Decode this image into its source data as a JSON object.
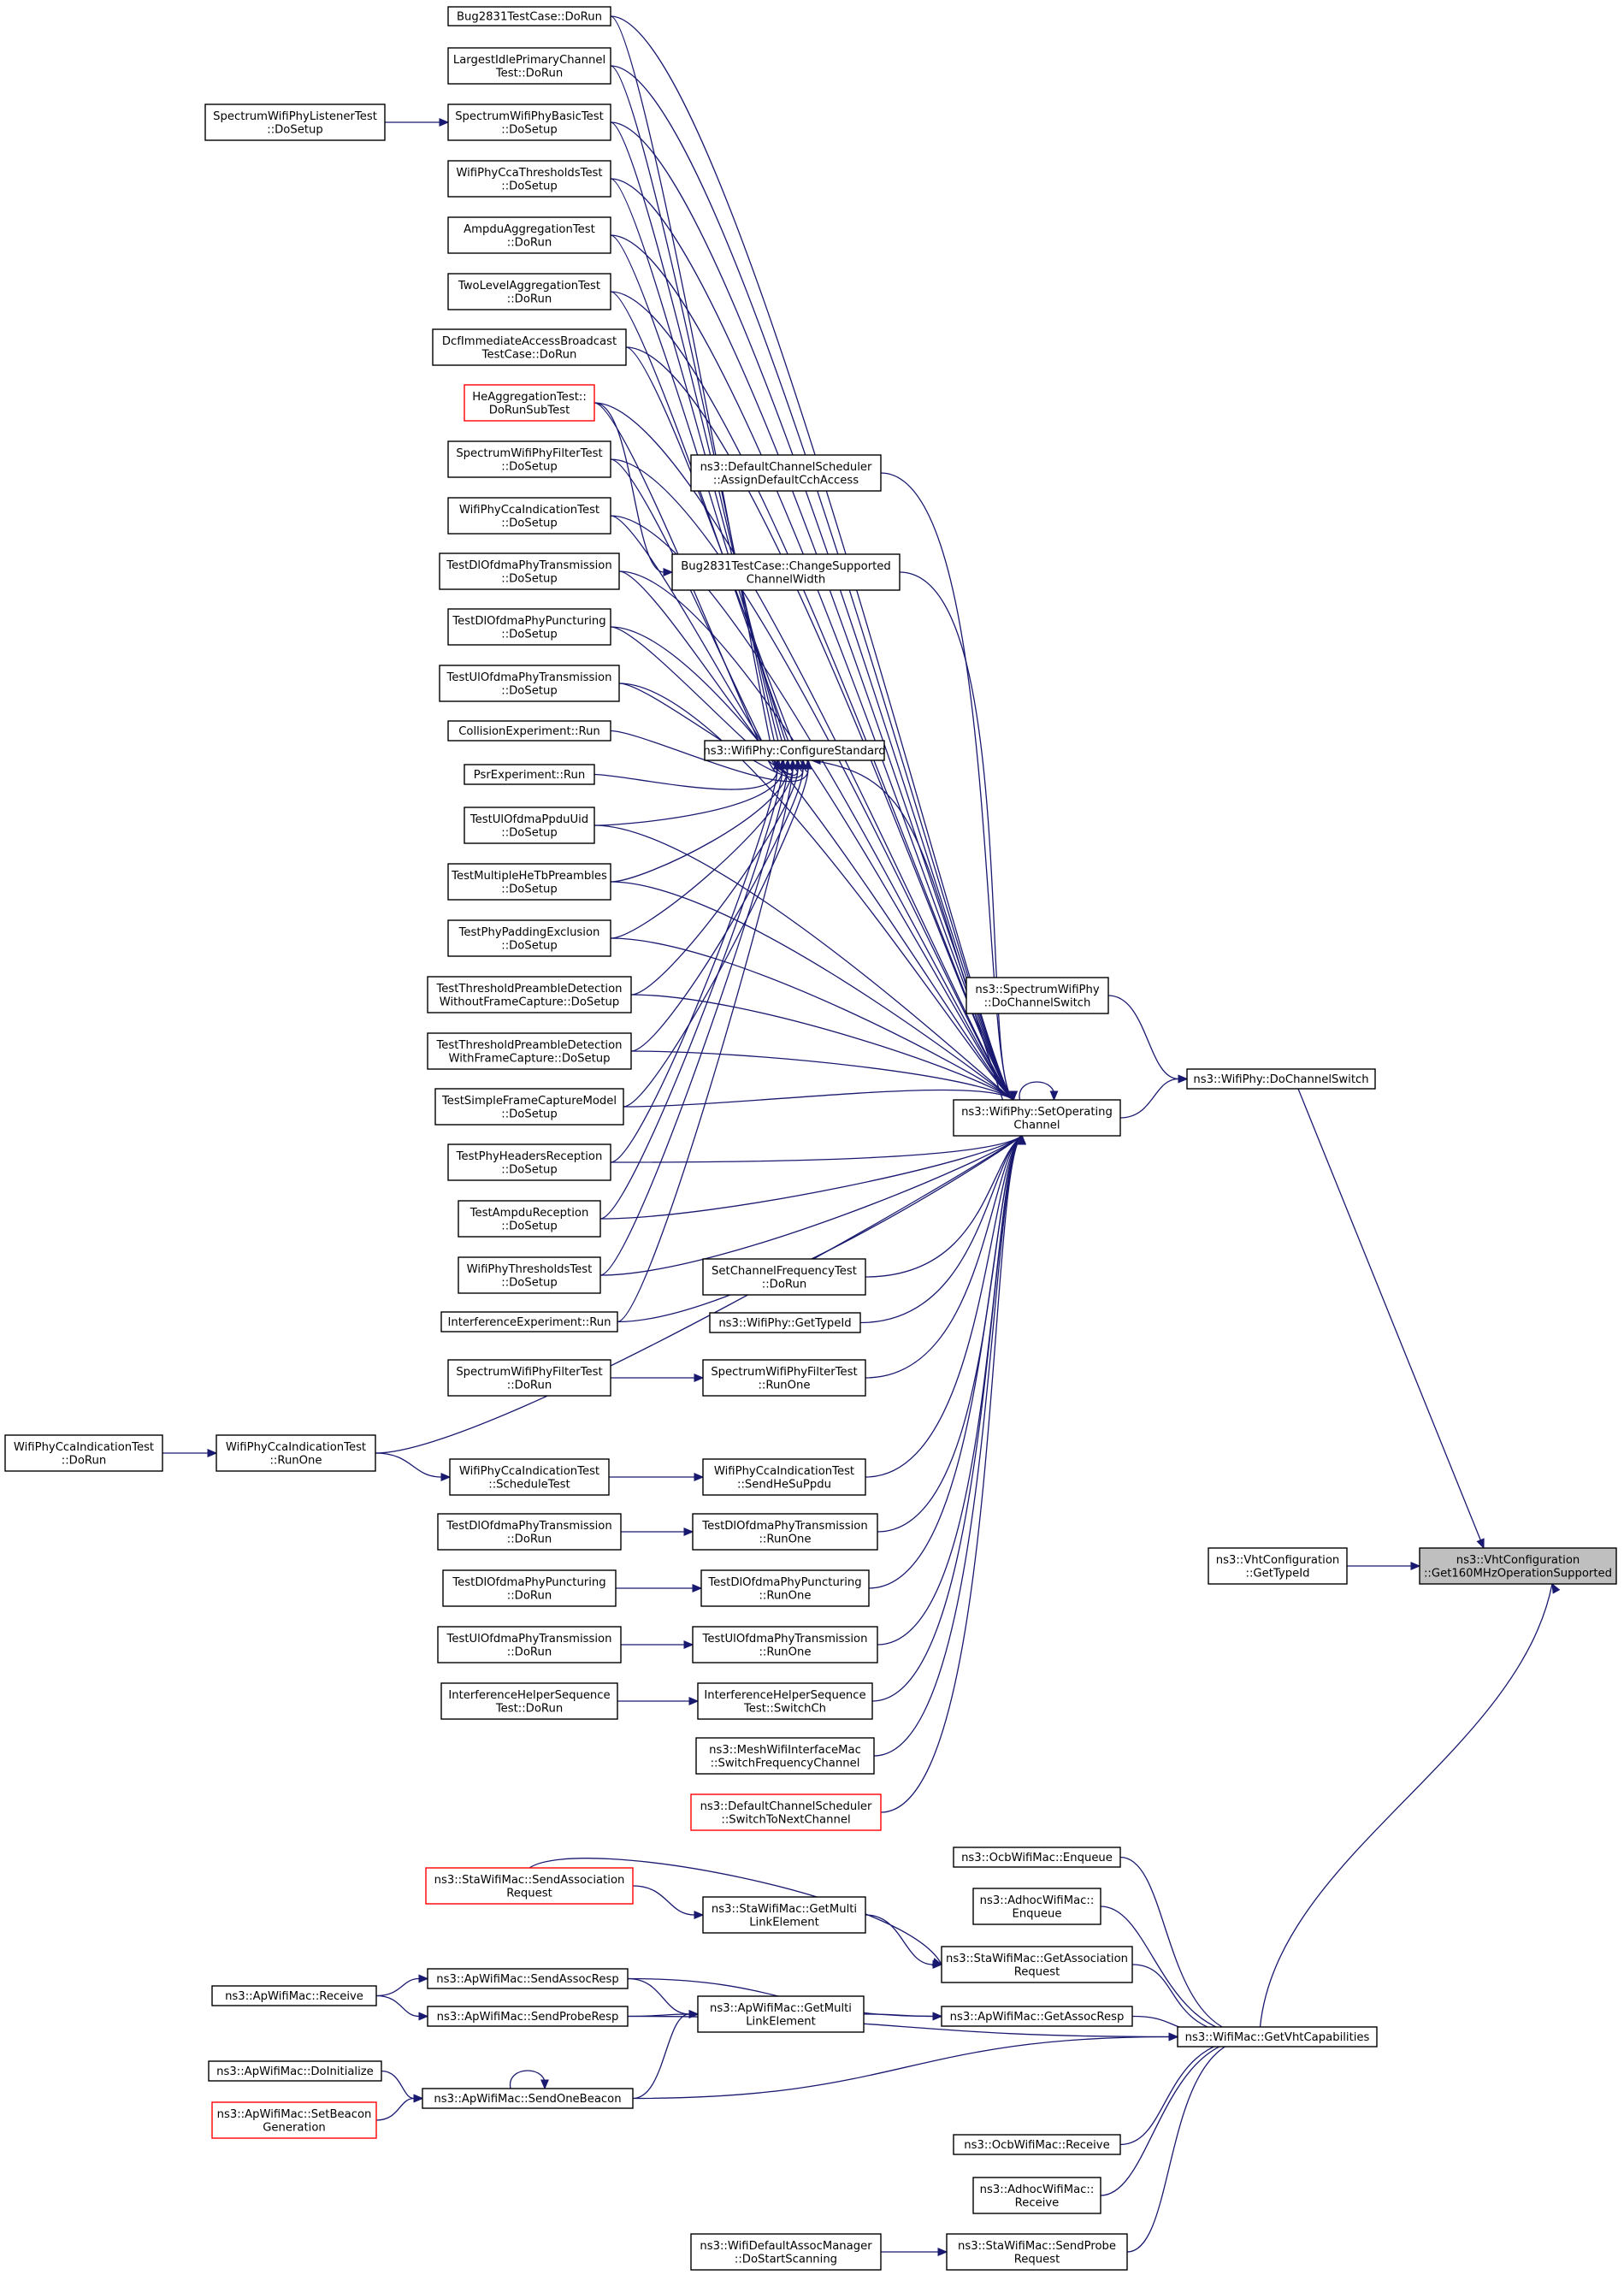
{
  "colors": {
    "edge": "#191970",
    "node_border": "#000000",
    "node_border_truncated": "#ff0000",
    "target_fill": "#bfbfbf",
    "background": "#ffffff"
  },
  "target": {
    "lines": [
      "ns3::VhtConfiguration",
      "::Get160MHzOperationSupported"
    ]
  },
  "nodes": {
    "bug_dorun": {
      "lines": [
        "Bug2831TestCase::DoRun"
      ]
    },
    "largest_idle": {
      "lines": [
        "LargestIdlePrimaryChannel",
        "Test::DoRun"
      ]
    },
    "spec_basic_setup": {
      "lines": [
        "SpectrumWifiPhyBasicTest",
        "::DoSetup"
      ]
    },
    "spec_listener_setup": {
      "lines": [
        "SpectrumWifiPhyListenerTest",
        "::DoSetup"
      ]
    },
    "cca_thresholds_setup": {
      "lines": [
        "WifiPhyCcaThresholdsTest",
        "::DoSetup"
      ]
    },
    "ampdu_agg_run": {
      "lines": [
        "AmpduAggregationTest",
        "::DoRun"
      ]
    },
    "twolevel_agg_run": {
      "lines": [
        "TwoLevelAggregationTest",
        "::DoRun"
      ]
    },
    "dcf_immediate": {
      "lines": [
        "DcfImmediateAccessBroadcast",
        "TestCase::DoRun"
      ]
    },
    "he_agg_subtest": {
      "lines": [
        "HeAggregationTest::",
        "DoRunSubTest"
      ]
    },
    "spec_filter_setup": {
      "lines": [
        "SpectrumWifiPhyFilterTest",
        "::DoSetup"
      ]
    },
    "cca_indication_setup": {
      "lines": [
        "WifiPhyCcaIndicationTest",
        "::DoSetup"
      ]
    },
    "dl_ofdma_tx_setup": {
      "lines": [
        "TestDlOfdmaPhyTransmission",
        "::DoSetup"
      ]
    },
    "dl_ofdma_punct_setup": {
      "lines": [
        "TestDlOfdmaPhyPuncturing",
        "::DoSetup"
      ]
    },
    "ul_ofdma_tx_setup": {
      "lines": [
        "TestUlOfdmaPhyTransmission",
        "::DoSetup"
      ]
    },
    "collision_run": {
      "lines": [
        "CollisionExperiment::Run"
      ]
    },
    "psr_run": {
      "lines": [
        "PsrExperiment::Run"
      ]
    },
    "ul_ppdu_uid_setup": {
      "lines": [
        "TestUlOfdmaPpduUid",
        "::DoSetup"
      ]
    },
    "multiple_he_tb_setup": {
      "lines": [
        "TestMultipleHeTbPreambles",
        "::DoSetup"
      ]
    },
    "padding_excl_setup": {
      "lines": [
        "TestPhyPaddingExclusion",
        "::DoSetup"
      ]
    },
    "thresh_without_setup": {
      "lines": [
        "TestThresholdPreambleDetection",
        "WithoutFrameCapture::DoSetup"
      ]
    },
    "thresh_with_setup": {
      "lines": [
        "TestThresholdPreambleDetection",
        "WithFrameCapture::DoSetup"
      ]
    },
    "simple_fc_setup": {
      "lines": [
        "TestSimpleFrameCaptureModel",
        "::DoSetup"
      ]
    },
    "headers_rx_setup": {
      "lines": [
        "TestPhyHeadersReception",
        "::DoSetup"
      ]
    },
    "ampdu_rx_setup": {
      "lines": [
        "TestAmpduReception",
        "::DoSetup"
      ]
    },
    "phy_thresholds_setup": {
      "lines": [
        "WifiPhyThresholdsTest",
        "::DoSetup"
      ]
    },
    "interference_run": {
      "lines": [
        "InterferenceExperiment::Run"
      ]
    },
    "spec_filter_dorun": {
      "lines": [
        "SpectrumWifiPhyFilterTest",
        "::DoRun"
      ]
    },
    "cca_indication_dorun": {
      "lines": [
        "WifiPhyCcaIndicationTest",
        "::DoRun"
      ]
    },
    "cca_indication_runone": {
      "lines": [
        "WifiPhyCcaIndicationTest",
        "::RunOne"
      ]
    },
    "cca_indication_schedule": {
      "lines": [
        "WifiPhyCcaIndicationTest",
        "::ScheduleTest"
      ]
    },
    "dl_ofdma_tx_dorun": {
      "lines": [
        "TestDlOfdmaPhyTransmission",
        "::DoRun"
      ]
    },
    "dl_ofdma_punct_dorun": {
      "lines": [
        "TestDlOfdmaPhyPuncturing",
        "::DoRun"
      ]
    },
    "ul_ofdma_tx_dorun": {
      "lines": [
        "TestUlOfdmaPhyTransmission",
        "::DoRun"
      ]
    },
    "interf_helper_dorun": {
      "lines": [
        "InterferenceHelperSequence",
        "Test::DoRun"
      ]
    },
    "default_sched_assign": {
      "lines": [
        "ns3::DefaultChannelScheduler",
        "::AssignDefaultCchAccess"
      ]
    },
    "bug_change_width": {
      "lines": [
        "Bug2831TestCase::ChangeSupported",
        "ChannelWidth"
      ]
    },
    "configure_standard": {
      "lines": [
        "ns3::WifiPhy::ConfigureStandard"
      ]
    },
    "set_chan_freq_run": {
      "lines": [
        "SetChannelFrequencyTest",
        "::DoRun"
      ]
    },
    "wifiphy_gettypeid": {
      "lines": [
        "ns3::WifiPhy::GetTypeId"
      ]
    },
    "spec_filter_runone": {
      "lines": [
        "SpectrumWifiPhyFilterTest",
        "::RunOne"
      ]
    },
    "cca_send_he_su": {
      "lines": [
        "WifiPhyCcaIndicationTest",
        "::SendHeSuPpdu"
      ]
    },
    "dl_ofdma_tx_runone": {
      "lines": [
        "TestDlOfdmaPhyTransmission",
        "::RunOne"
      ]
    },
    "dl_ofdma_punct_runone": {
      "lines": [
        "TestDlOfdmaPhyPuncturing",
        "::RunOne"
      ]
    },
    "ul_ofdma_tx_runone": {
      "lines": [
        "TestUlOfdmaPhyTransmission",
        "::RunOne"
      ]
    },
    "interf_helper_switch": {
      "lines": [
        "InterferenceHelperSequence",
        "Test::SwitchCh"
      ]
    },
    "mesh_switch_freq": {
      "lines": [
        "ns3::MeshWifiInterfaceMac",
        "::SwitchFrequencyChannel"
      ]
    },
    "default_sched_switch": {
      "lines": [
        "ns3::DefaultChannelScheduler",
        "::SwitchToNextChannel"
      ]
    },
    "set_operating_channel": {
      "lines": [
        "ns3::WifiPhy::SetOperating",
        "Channel"
      ]
    },
    "spectrum_do_switch": {
      "lines": [
        "ns3::SpectrumWifiPhy",
        "::DoChannelSwitch"
      ]
    },
    "wifiphy_do_switch": {
      "lines": [
        "ns3::WifiPhy::DoChannelSwitch"
      ]
    },
    "vht_gettypeid": {
      "lines": [
        "ns3::VhtConfiguration",
        "::GetTypeId"
      ]
    },
    "sta_send_assoc_req": {
      "lines": [
        "ns3::StaWifiMac::SendAssociation",
        "Request"
      ]
    },
    "sta_get_multi_link": {
      "lines": [
        "ns3::StaWifiMac::GetMulti",
        "LinkElement"
      ]
    },
    "ap_receive": {
      "lines": [
        "ns3::ApWifiMac::Receive"
      ]
    },
    "ap_send_assoc_resp": {
      "lines": [
        "ns3::ApWifiMac::SendAssocResp"
      ]
    },
    "ap_send_probe_resp": {
      "lines": [
        "ns3::ApWifiMac::SendProbeResp"
      ]
    },
    "ap_get_multi_link": {
      "lines": [
        "ns3::ApWifiMac::GetMulti",
        "LinkElement"
      ]
    },
    "ap_do_initialize": {
      "lines": [
        "ns3::ApWifiMac::DoInitialize"
      ]
    },
    "ap_set_beacon_gen": {
      "lines": [
        "ns3::ApWifiMac::SetBeacon",
        "Generation"
      ]
    },
    "ap_send_one_beacon": {
      "lines": [
        "ns3::ApWifiMac::SendOneBeacon"
      ]
    },
    "ocb_enqueue": {
      "lines": [
        "ns3::OcbWifiMac::Enqueue"
      ]
    },
    "adhoc_enqueue": {
      "lines": [
        "ns3::AdhocWifiMac::",
        "Enqueue"
      ]
    },
    "sta_get_assoc_req": {
      "lines": [
        "ns3::StaWifiMac::GetAssociation",
        "Request"
      ]
    },
    "ap_get_assoc_resp": {
      "lines": [
        "ns3::ApWifiMac::GetAssocResp"
      ]
    },
    "wifimac_get_vht": {
      "lines": [
        "ns3::WifiMac::GetVhtCapabilities"
      ]
    },
    "ocb_receive": {
      "lines": [
        "ns3::OcbWifiMac::Receive"
      ]
    },
    "adhoc_receive": {
      "lines": [
        "ns3::AdhocWifiMac::",
        "Receive"
      ]
    },
    "default_assoc_scan": {
      "lines": [
        "ns3::WifiDefaultAssocManager",
        "::DoStartScanning"
      ]
    },
    "sta_send_probe_req": {
      "lines": [
        "ns3::StaWifiMac::SendProbe",
        "Request"
      ]
    }
  }
}
